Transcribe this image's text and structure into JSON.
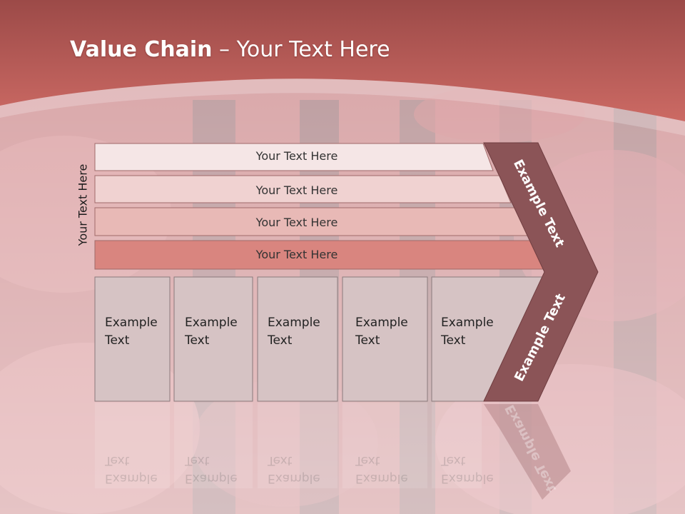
{
  "slide": {
    "title_bold": "Value Chain",
    "title_dash": " – ",
    "title_rest": "Your Text Here",
    "side_label": "Your Text Here",
    "bars": [
      {
        "label": "Your Text Here"
      },
      {
        "label": "Your Text Here"
      },
      {
        "label": "Your Text Here"
      },
      {
        "label": "Your Text Here"
      }
    ],
    "columns": [
      {
        "line1": "Example",
        "line2": "Text"
      },
      {
        "line1": "Example",
        "line2": "Text"
      },
      {
        "line1": "Example",
        "line2": "Text"
      },
      {
        "line1": "Example",
        "line2": "Text"
      },
      {
        "line1": "Example",
        "line2": "Text"
      }
    ],
    "chevron": {
      "upper_label": "Example Text",
      "lower_label": "Example Text"
    }
  },
  "colors": {
    "header": "#c0605c",
    "chevron": "#8b5457",
    "bar1": "#f5e6e6",
    "bar2": "#f0d2d1",
    "bar3": "#e8b9b6",
    "bar4": "#d9857f",
    "column": "#d6c3c4"
  }
}
